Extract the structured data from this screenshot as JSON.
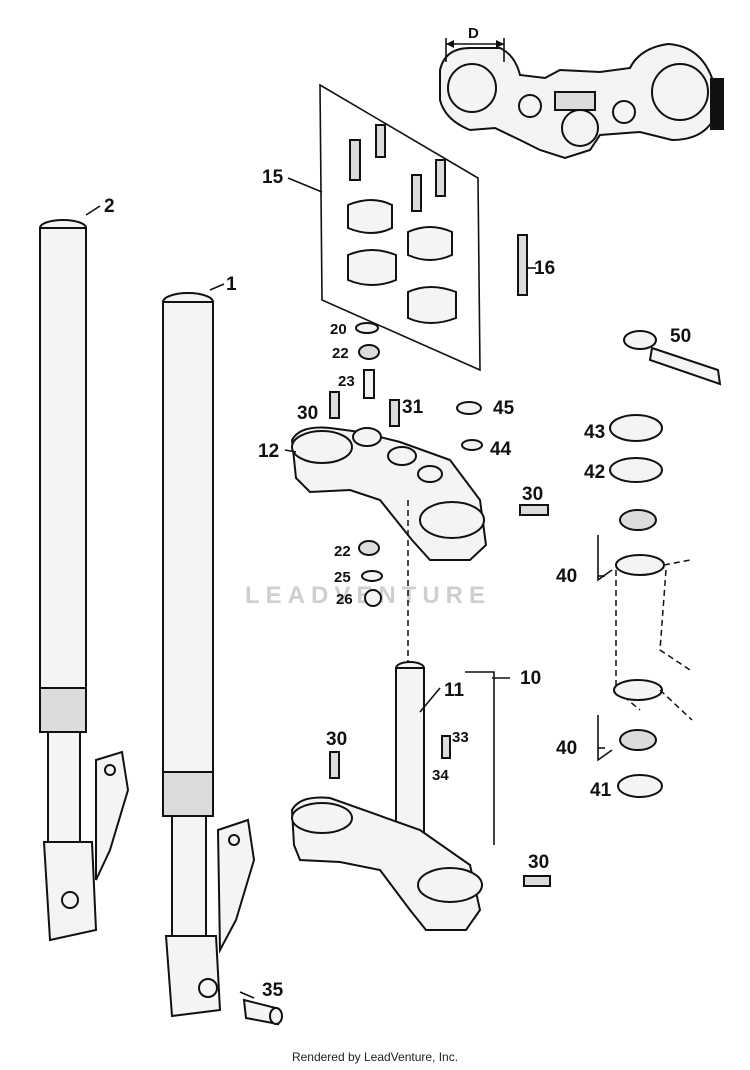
{
  "dimension_label": "D",
  "watermark": "LEADVENTURE",
  "footer": "Rendered by LeadVenture, Inc.",
  "callouts": {
    "c1": "1",
    "c2": "2",
    "c10": "10",
    "c11": "11",
    "c12": "12",
    "c15": "15",
    "c16": "16",
    "c20": "20",
    "c22a": "22",
    "c22b": "22",
    "c23": "23",
    "c25": "25",
    "c26": "26",
    "c30a": "30",
    "c30b": "30",
    "c30c": "30",
    "c30d": "30",
    "c31": "31",
    "c33": "33",
    "c34": "34",
    "c35": "35",
    "c40a": "40",
    "c40b": "40",
    "c41": "41",
    "c42": "42",
    "c43": "43",
    "c44": "44",
    "c45": "45",
    "c50": "50"
  }
}
